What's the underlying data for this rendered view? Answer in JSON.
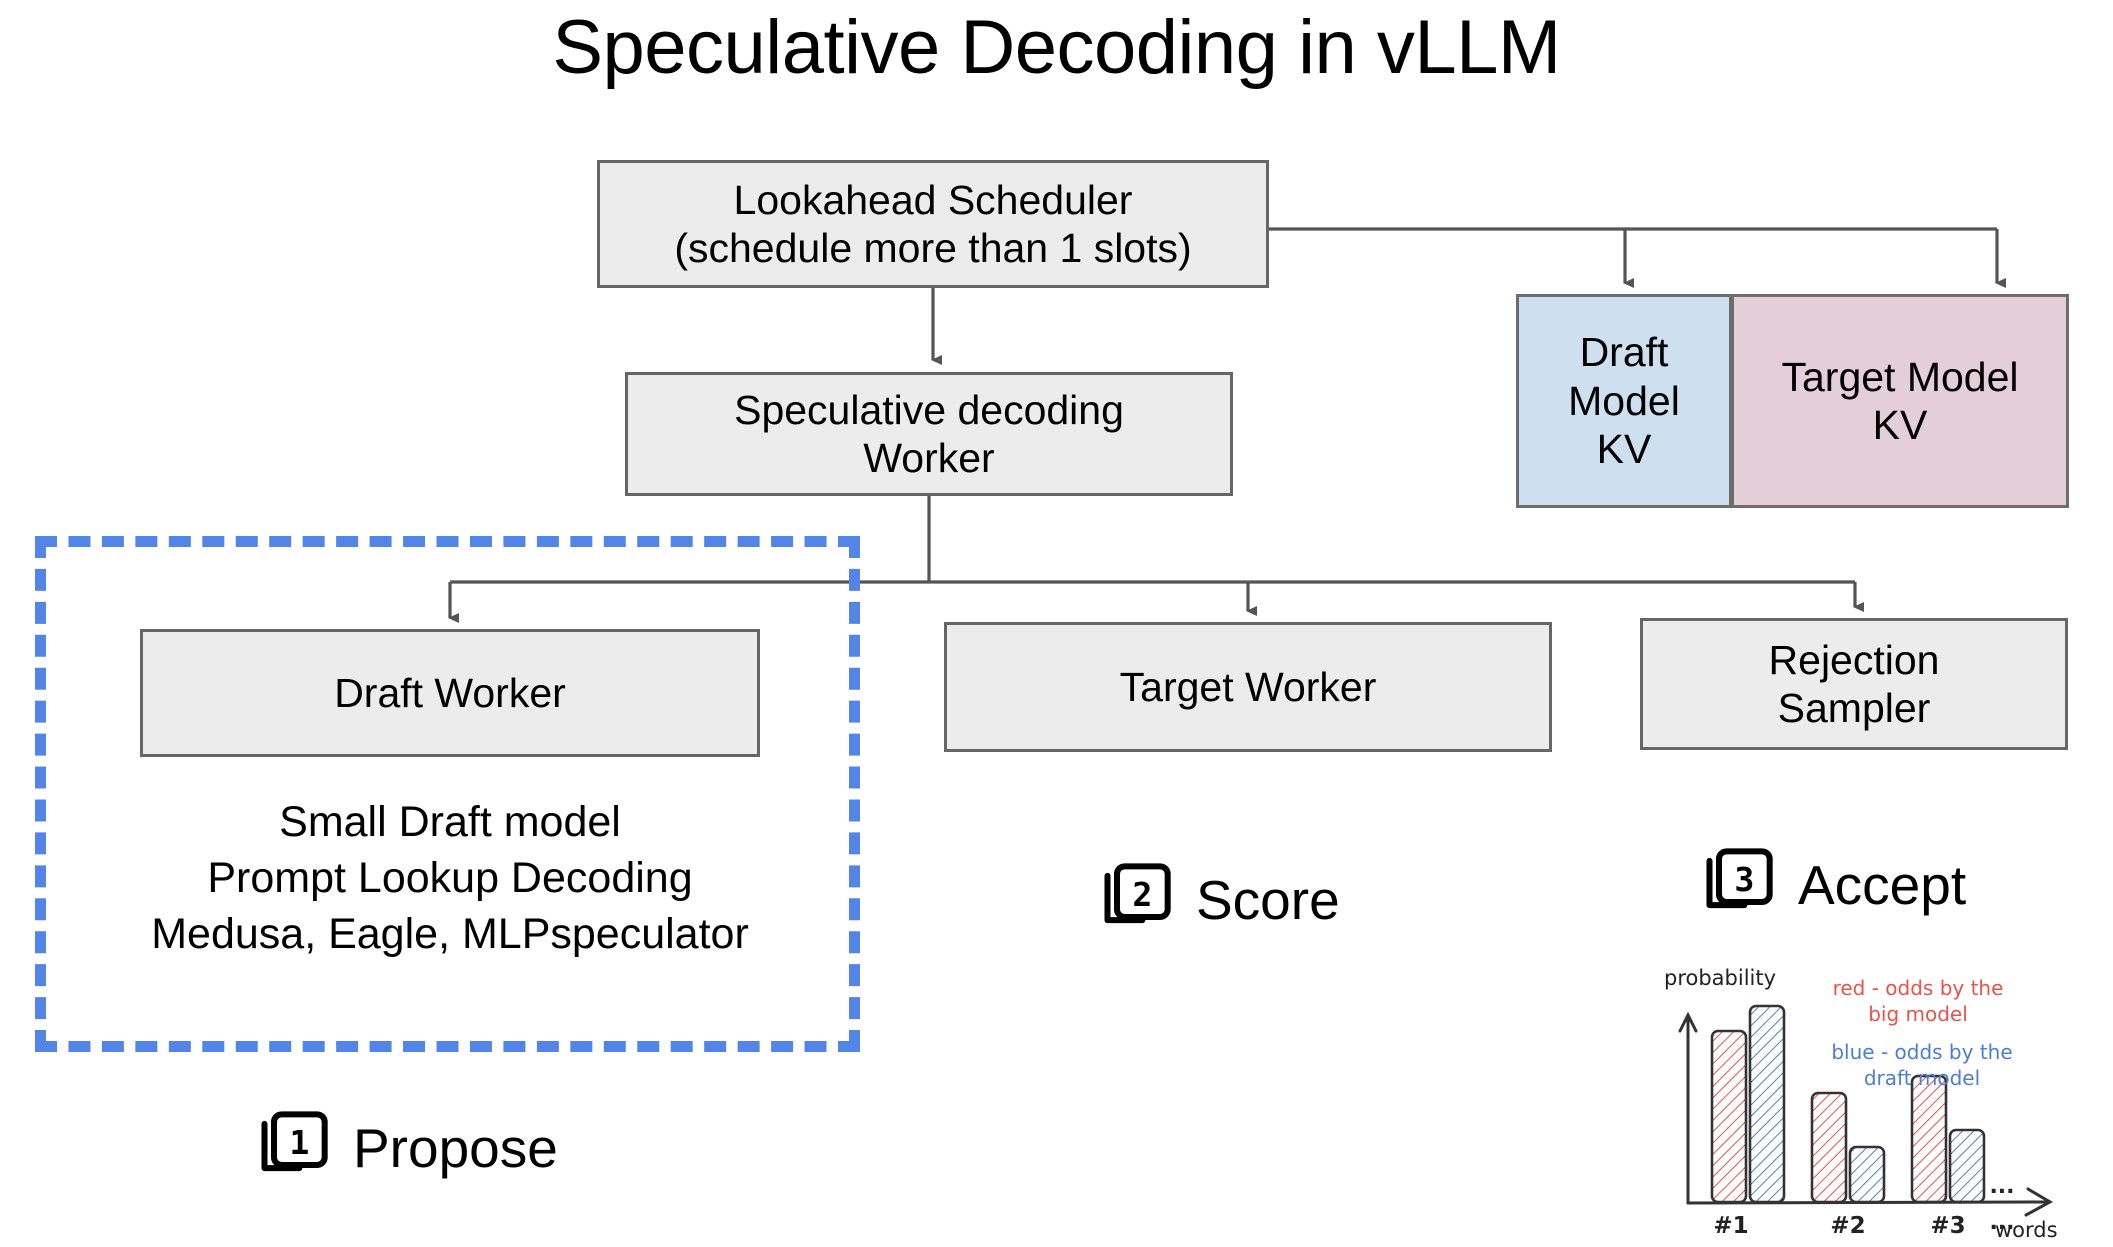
{
  "title": "Speculative Decoding in vLLM",
  "nodes": {
    "lookahead": "Lookahead Scheduler\n(schedule more than 1 slots)",
    "lookahead_line1": "Lookahead Scheduler",
    "lookahead_line2": "(schedule more than 1 slots)",
    "spec_worker": "Speculative decoding\nWorker",
    "spec_worker_line1": "Speculative decoding",
    "spec_worker_line2": "Worker",
    "draft_worker": "Draft Worker",
    "target_worker": "Target Worker",
    "rejection_sampler": "Rejection\nSampler",
    "rejection_line1": "Rejection",
    "rejection_line2": "Sampler",
    "kv_draft": "Draft\nModel\nKV",
    "kv_draft_line1": "Draft",
    "kv_draft_line2": "Model",
    "kv_draft_line3": "KV",
    "kv_target": "Target Model\nKV",
    "kv_target_line1": "Target Model",
    "kv_target_line2": "KV"
  },
  "draft_note": "Small Draft model\nPrompt Lookup Decoding\nMedusa, Eagle, MLPspeculator",
  "steps": [
    {
      "number": "1",
      "label": "Propose",
      "icon": "step-1-icon"
    },
    {
      "number": "2",
      "label": "Score",
      "icon": "step-2-icon"
    },
    {
      "number": "3",
      "label": "Accept",
      "icon": "step-3-icon"
    }
  ],
  "colors": {
    "node_fill": "#ececec",
    "node_border": "#666666",
    "kv_draft_fill": "#cedfef",
    "kv_target_fill": "#e4ced8",
    "dashed_highlight": "#5385e8",
    "chart_red": "#e8534a",
    "chart_blue": "#4a7fd4",
    "chart_ink": "#333333"
  },
  "chart_data": {
    "type": "bar",
    "title": "",
    "xlabel": "words",
    "ylabel": "probability",
    "categories": [
      "#1",
      "#2",
      "#3"
    ],
    "series": [
      {
        "name": "red - odds by the big model",
        "color": "#e8534a",
        "values": [
          0.78,
          0.47,
          0.54
        ]
      },
      {
        "name": "blue - odds by the draft model",
        "color": "#4a7fd4",
        "values": [
          0.92,
          0.23,
          0.31
        ]
      }
    ],
    "annotations": [
      {
        "text": "red - odds by the\nbig model",
        "color": "#e8534a",
        "line1": "red - odds by the",
        "line2": "big model"
      },
      {
        "text": "blue - odds by the\ndraft model",
        "color": "#4a7fd4",
        "line1": "blue - odds by the",
        "line2": "draft model"
      }
    ],
    "ellipsis_top": "...",
    "ellipsis_bottom": "...",
    "ylim": [
      0,
      1
    ],
    "grid": false,
    "legend_position": "inside-top-right"
  }
}
